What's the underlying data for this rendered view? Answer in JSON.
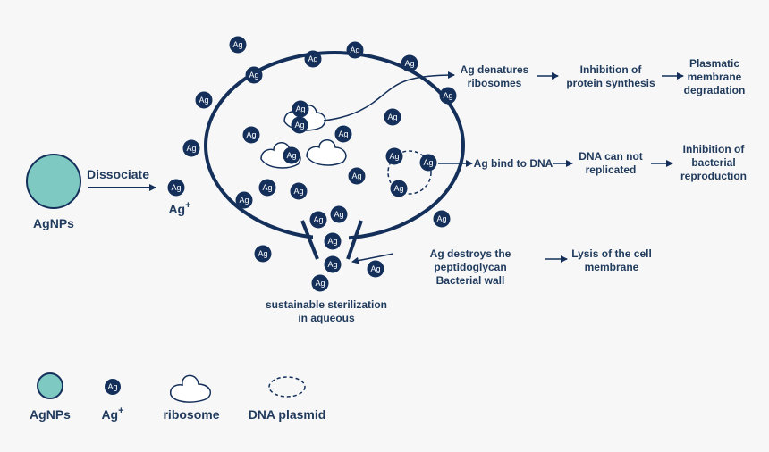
{
  "colors": {
    "navy": "#14305a",
    "text": "#1f3a5c",
    "agnp_fill": "#7ec9c1",
    "background": "#f7f7f7"
  },
  "icons": {
    "ag_ion": "Ag",
    "ribosome": "ribosome-shape",
    "dna_plasmid": "dashed-circle",
    "agnp": "teal-circle"
  },
  "diagram": {
    "agnps_label": "AgNPs",
    "dissociate_label": "Dissociate",
    "ag_ion_label": "Ag",
    "ag_ion_superscript": "+",
    "ion_text": "Ag",
    "mechanism_1": {
      "step1": "Ag denatures\nribosomes",
      "step2": "Inhibition of\nprotein synthesis",
      "step3": "Plasmatic\nmembrane\ndegradation"
    },
    "mechanism_2": {
      "step1": "Ag bind to DNA",
      "step2": "DNA can not\nreplicated",
      "step3": "Inhibition of\nbacterial\nreproduction"
    },
    "mechanism_3": {
      "step1": "Ag destroys the peptidoglycan\nBacterial wall",
      "step2": "Lysis of the cell\nmembrane"
    },
    "sterilization_label": "sustainable sterilization\nin aqueous"
  },
  "legend": {
    "agnps": "AgNPs",
    "ag_ion": "Ag",
    "ag_ion_superscript": "+",
    "ag_ion_icon_text": "Ag",
    "ribosome": "ribosome",
    "dna_plasmid": "DNA plasmid"
  }
}
